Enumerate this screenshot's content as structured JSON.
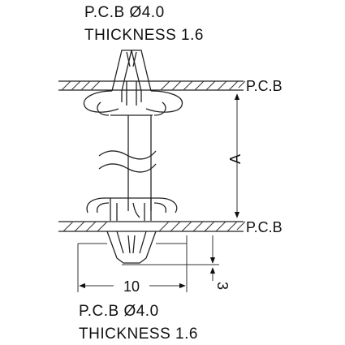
{
  "top_note": {
    "pcb_line": "P.C.B  Ø4.0",
    "thickness_line": "THICKNESS 1.6"
  },
  "bottom_note": {
    "pcb_line": "P.C.B  Ø4.0",
    "thickness_line": "THICKNESS 1.6"
  },
  "labels": {
    "pcb_top": "P.C.B",
    "pcb_bottom": "P.C.B"
  },
  "dimensions": {
    "width": "10",
    "height_label": "A",
    "tip": "3"
  }
}
